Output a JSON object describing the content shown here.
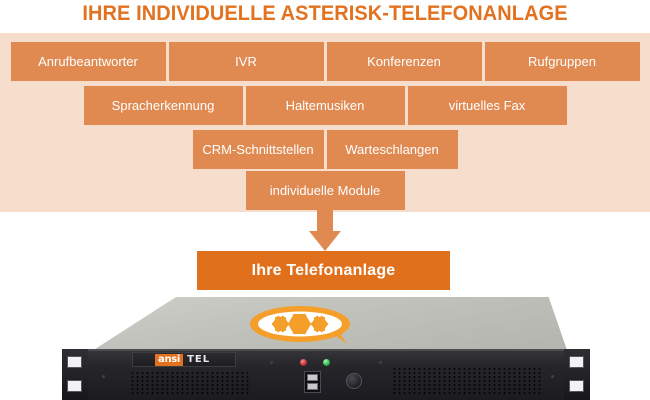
{
  "page": {
    "title": "IHRE INDIVIDUELLE ASTERISK-TELEFONANLAGE"
  },
  "colors": {
    "title_orange": "#e2721f",
    "panel_peach": "#f6ddcc",
    "chip_orange": "#e08a52",
    "cta_orange": "#e1701c",
    "chip_text": "#ffffff",
    "page_background": "#ffffff"
  },
  "feature_panel": {
    "rows": [
      {
        "chips": [
          {
            "label": "Anrufbeantworter"
          },
          {
            "label": "IVR"
          },
          {
            "label": "Konferenzen"
          },
          {
            "label": "Rufgruppen"
          }
        ]
      },
      {
        "chips": [
          {
            "label": "Spracherkennung"
          },
          {
            "label": "Haltemusiken"
          },
          {
            "label": "virtuelles Fax"
          }
        ]
      },
      {
        "chips": [
          {
            "label": "CRM-Schnittstellen"
          },
          {
            "label": "Warteschlangen"
          }
        ]
      },
      {
        "chips": [
          {
            "label": "individuelle Module"
          }
        ]
      }
    ]
  },
  "arrow": {
    "icon": "arrow-down-icon",
    "direction": "down"
  },
  "cta": {
    "label": "Ihre Telefonanlage"
  },
  "server": {
    "icon": "rack-server-icon",
    "brand_primary": "ansi",
    "brand_secondary": "TEL",
    "lid_logo_icon": "asterisk-logo-icon",
    "front_controls": {
      "led_red": "status-led-red",
      "led_green": "status-led-green",
      "usb": "usb-ports-icon",
      "power": "power-button-icon"
    }
  }
}
